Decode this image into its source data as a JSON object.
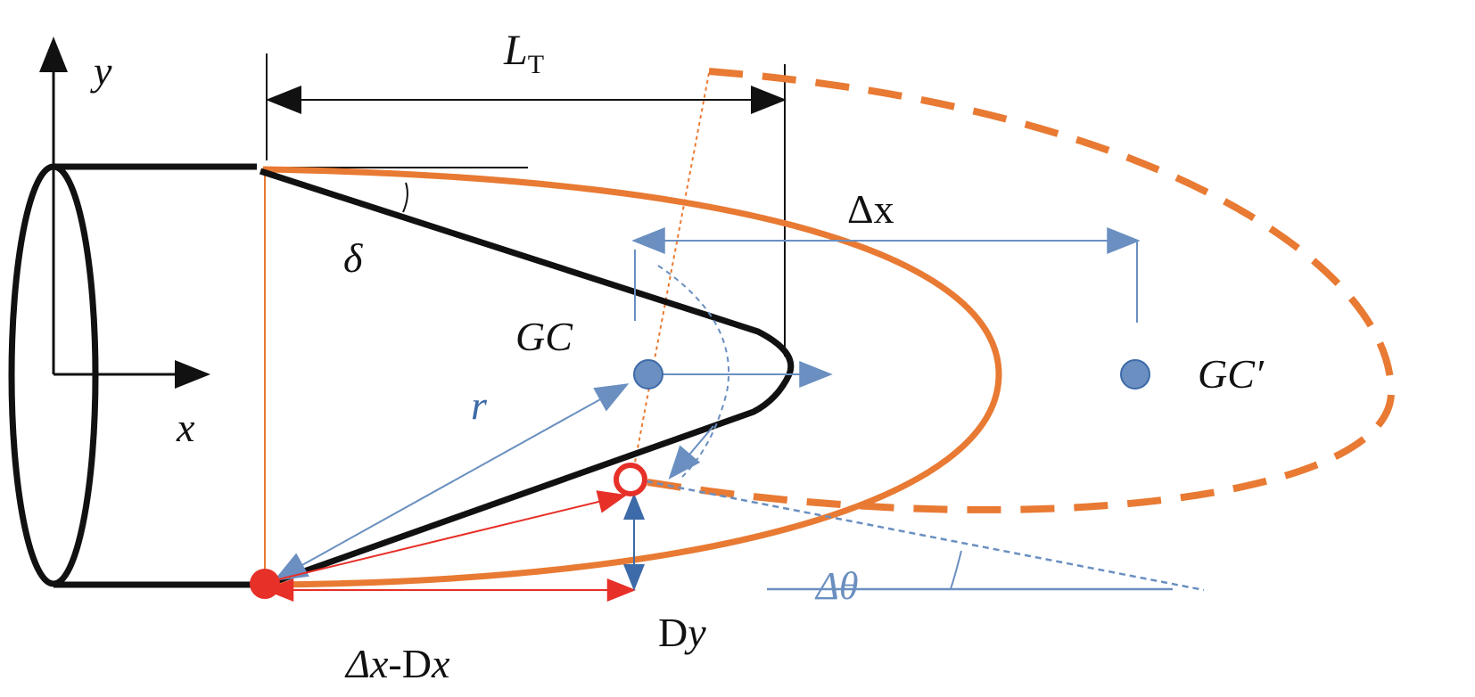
{
  "colors": {
    "black": "#111111",
    "orange": "#e87a33",
    "blue": "#6a8fc0",
    "darkblue": "#3d6aa8",
    "red": "#e63028"
  },
  "labels": {
    "y_axis": "y",
    "x_axis": "x",
    "length_main": "L",
    "length_sub": "T",
    "delta_angle": "δ",
    "delta_x": "Δx",
    "gc": "GC",
    "gc_prime": "GC′",
    "radius": "r",
    "delta_theta": "Δθ",
    "dy_prefix": "D",
    "dy_var": "y",
    "dx_label_a": "Δx",
    "dx_label_b": "-D",
    "dx_label_c": "x"
  }
}
